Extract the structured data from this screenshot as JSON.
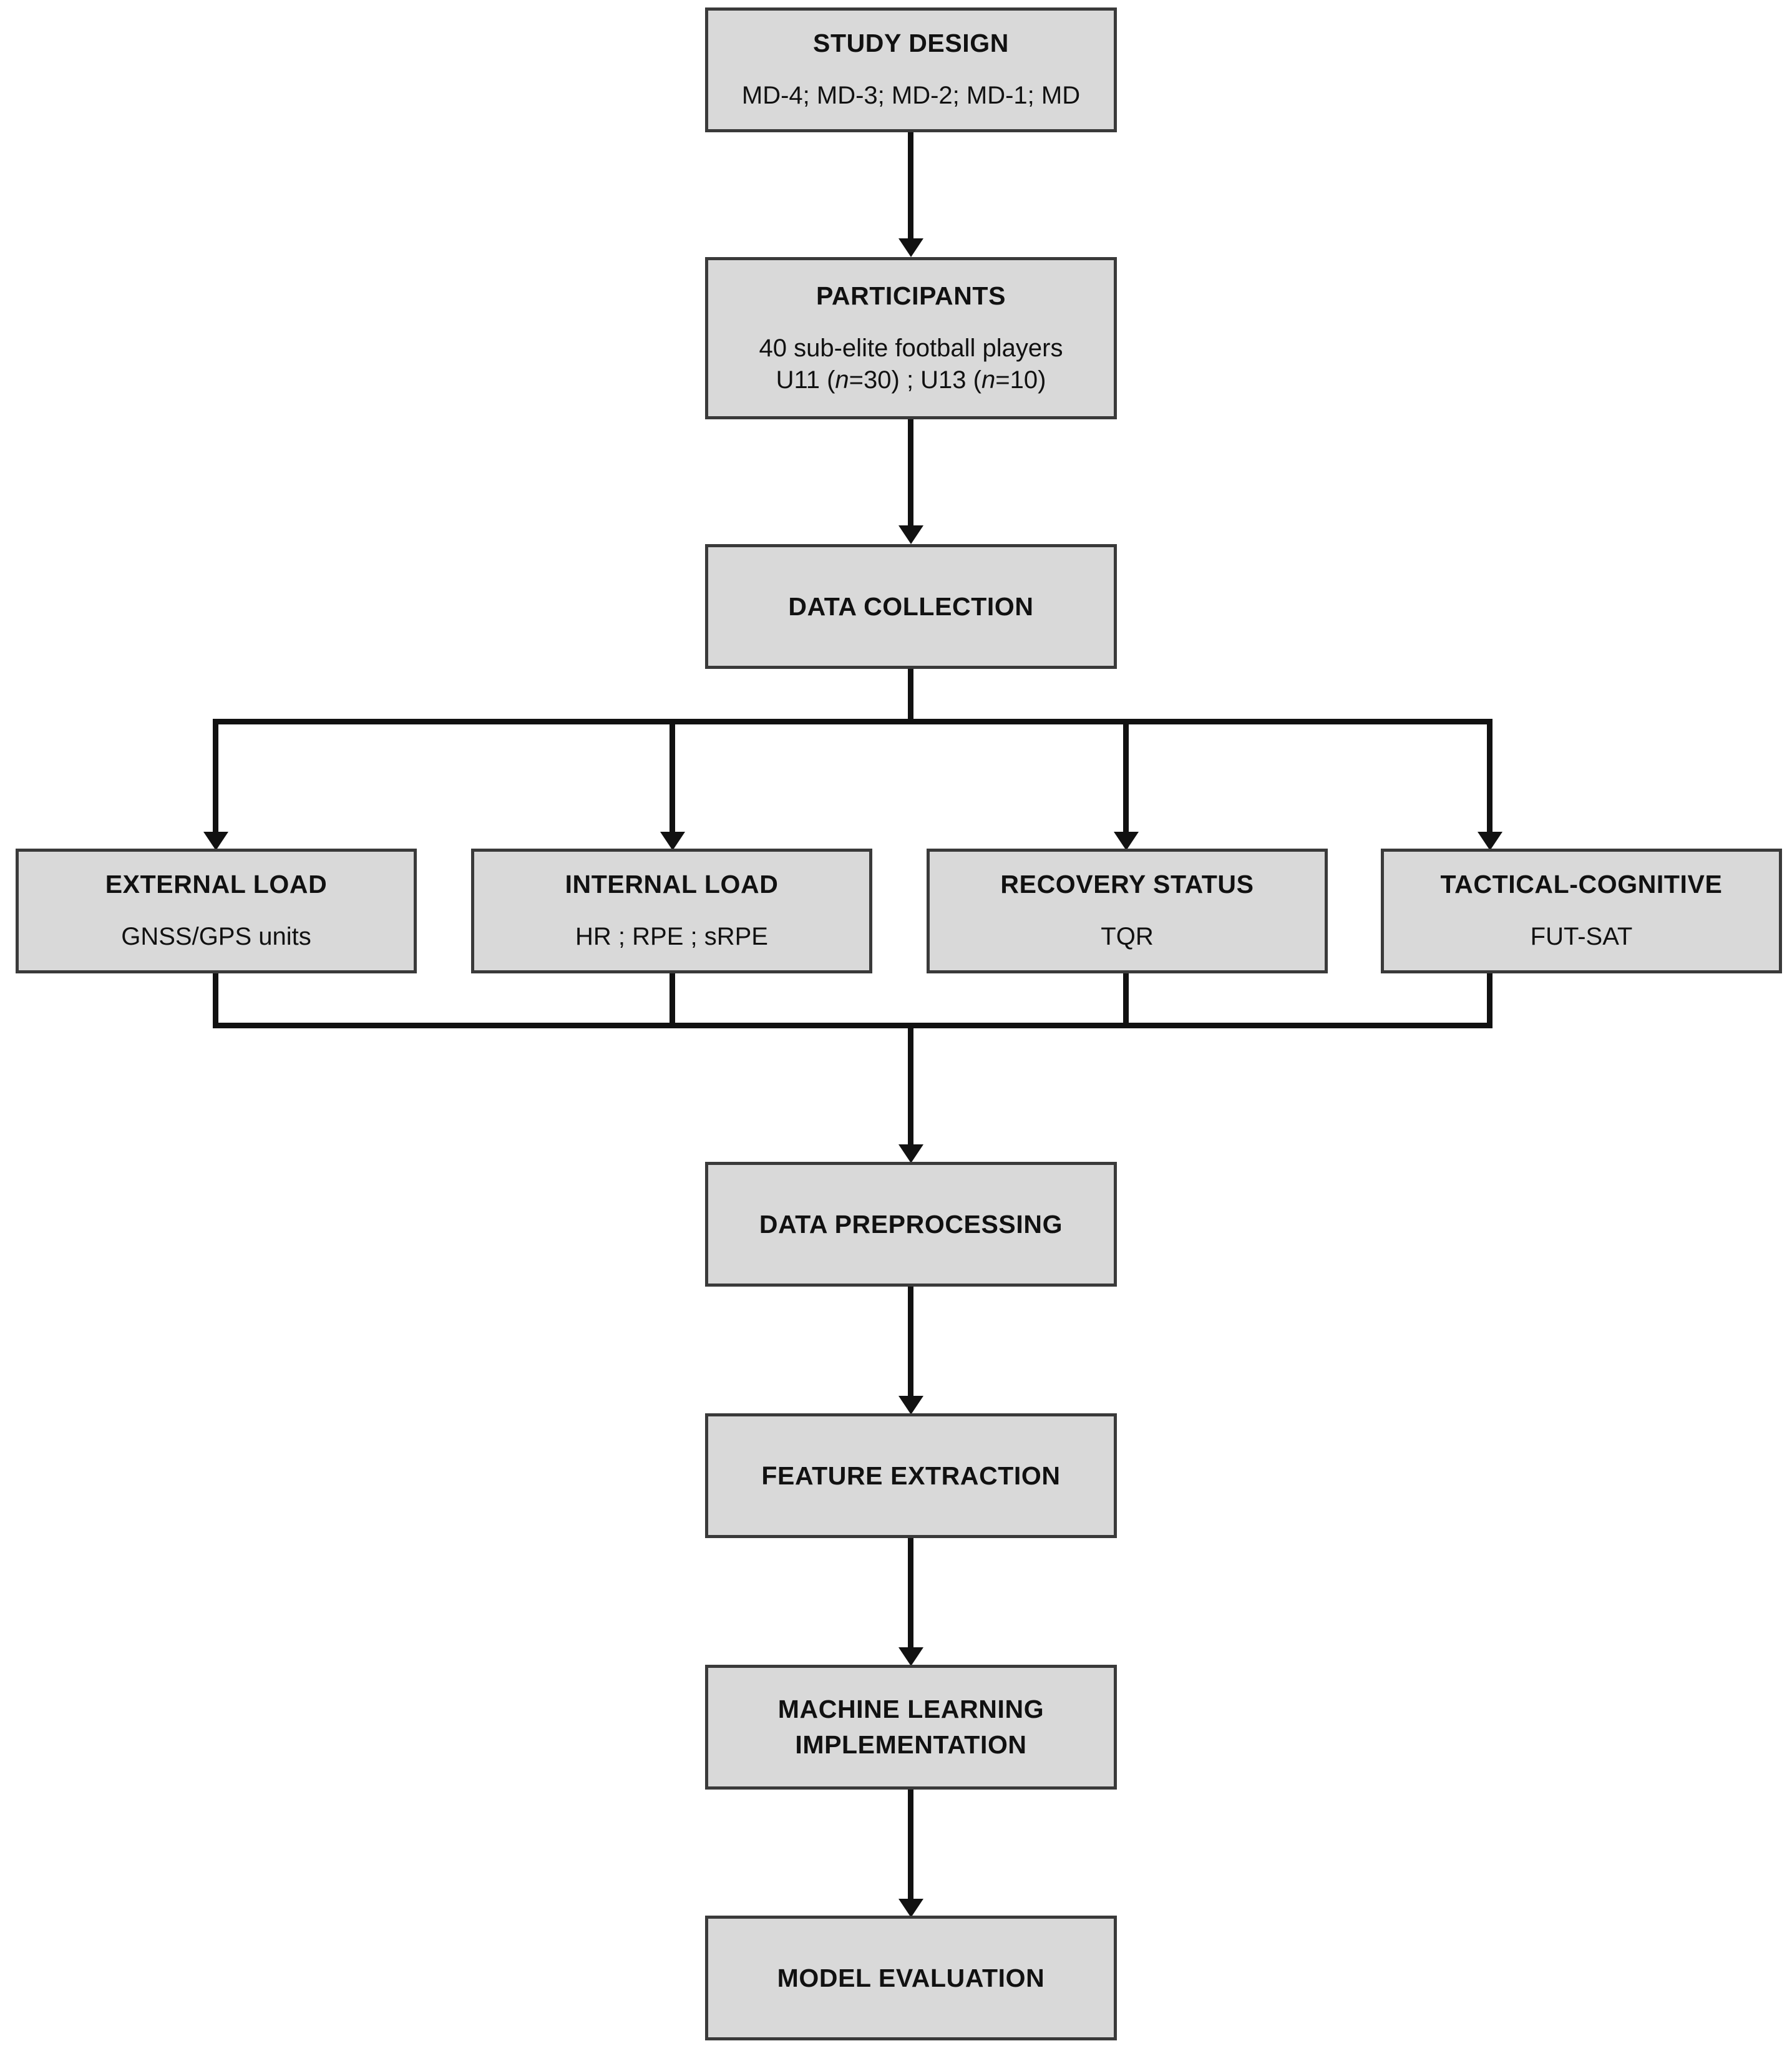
{
  "diagram": {
    "type": "flowchart",
    "title": "Study methodology flowchart",
    "colors": {
      "node_fill": "#d9d9d9",
      "node_border": "#3a3a3a",
      "connector": "#111111",
      "background": "#ffffff",
      "text": "#111111"
    },
    "nodes": {
      "study_design": {
        "title": "STUDY DESIGN",
        "sub": "MD-4; MD-3; MD-2; MD-1; MD"
      },
      "participants": {
        "title": "PARTICIPANTS",
        "sub_line1": "40 sub-elite football players",
        "sub_line2_a": "U11 (",
        "sub_line2_n1": "n",
        "sub_line2_b": "=30) ; U13 (",
        "sub_line2_n2": "n",
        "sub_line2_c": "=10)"
      },
      "data_collection": {
        "title": "DATA COLLECTION"
      },
      "external_load": {
        "title": "EXTERNAL LOAD",
        "sub": "GNSS/GPS units"
      },
      "internal_load": {
        "title": "INTERNAL LOAD",
        "sub": "HR ; RPE ; sRPE"
      },
      "recovery_status": {
        "title": "RECOVERY STATUS",
        "sub": "TQR"
      },
      "tactical_cognitive": {
        "title": "TACTICAL-COGNITIVE",
        "sub": "FUT-SAT"
      },
      "data_preprocessing": {
        "title": "DATA PREPROCESSING"
      },
      "feature_extraction": {
        "title": "FEATURE EXTRACTION"
      },
      "machine_learning": {
        "title_line1": "MACHINE LEARNING",
        "title_line2": "IMPLEMENTATION"
      },
      "model_evaluation": {
        "title": "MODEL EVALUATION"
      }
    },
    "flow_order": [
      "STUDY DESIGN",
      "PARTICIPANTS",
      "DATA COLLECTION",
      "EXTERNAL LOAD",
      "INTERNAL LOAD",
      "RECOVERY STATUS",
      "TACTICAL-COGNITIVE",
      "DATA PREPROCESSING",
      "FEATURE EXTRACTION",
      "MACHINE LEARNING IMPLEMENTATION",
      "MODEL EVALUATION"
    ]
  }
}
